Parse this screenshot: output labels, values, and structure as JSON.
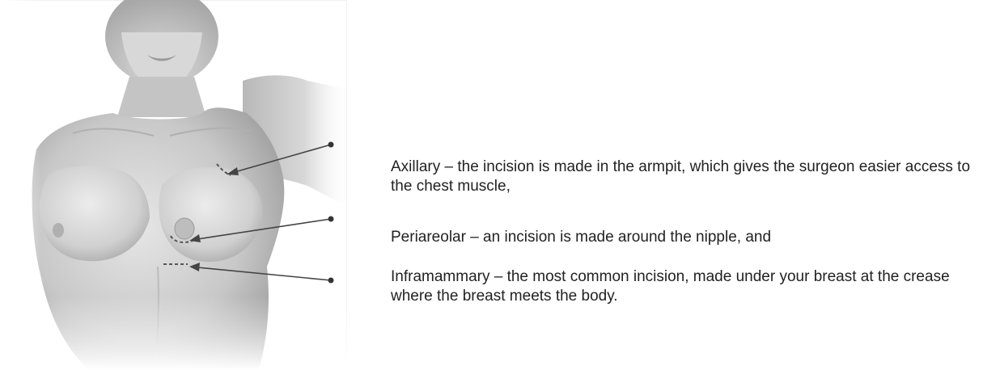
{
  "labels": {
    "axillary": "Axillary – the incision is made in the armpit, which gives the surgeon easier access to the chest muscle,",
    "periareolar": "Periareolar – an incision is made around the nipple, and",
    "inframammary": "Inframammary – the most common incision, made under your breast at the crease where the breast meets the body."
  },
  "colors": {
    "background": "#ffffff",
    "text": "#222222",
    "leader_line": "#444444",
    "skin_shadow": "#8a8a8a",
    "skin_light": "#e4e4e4"
  }
}
